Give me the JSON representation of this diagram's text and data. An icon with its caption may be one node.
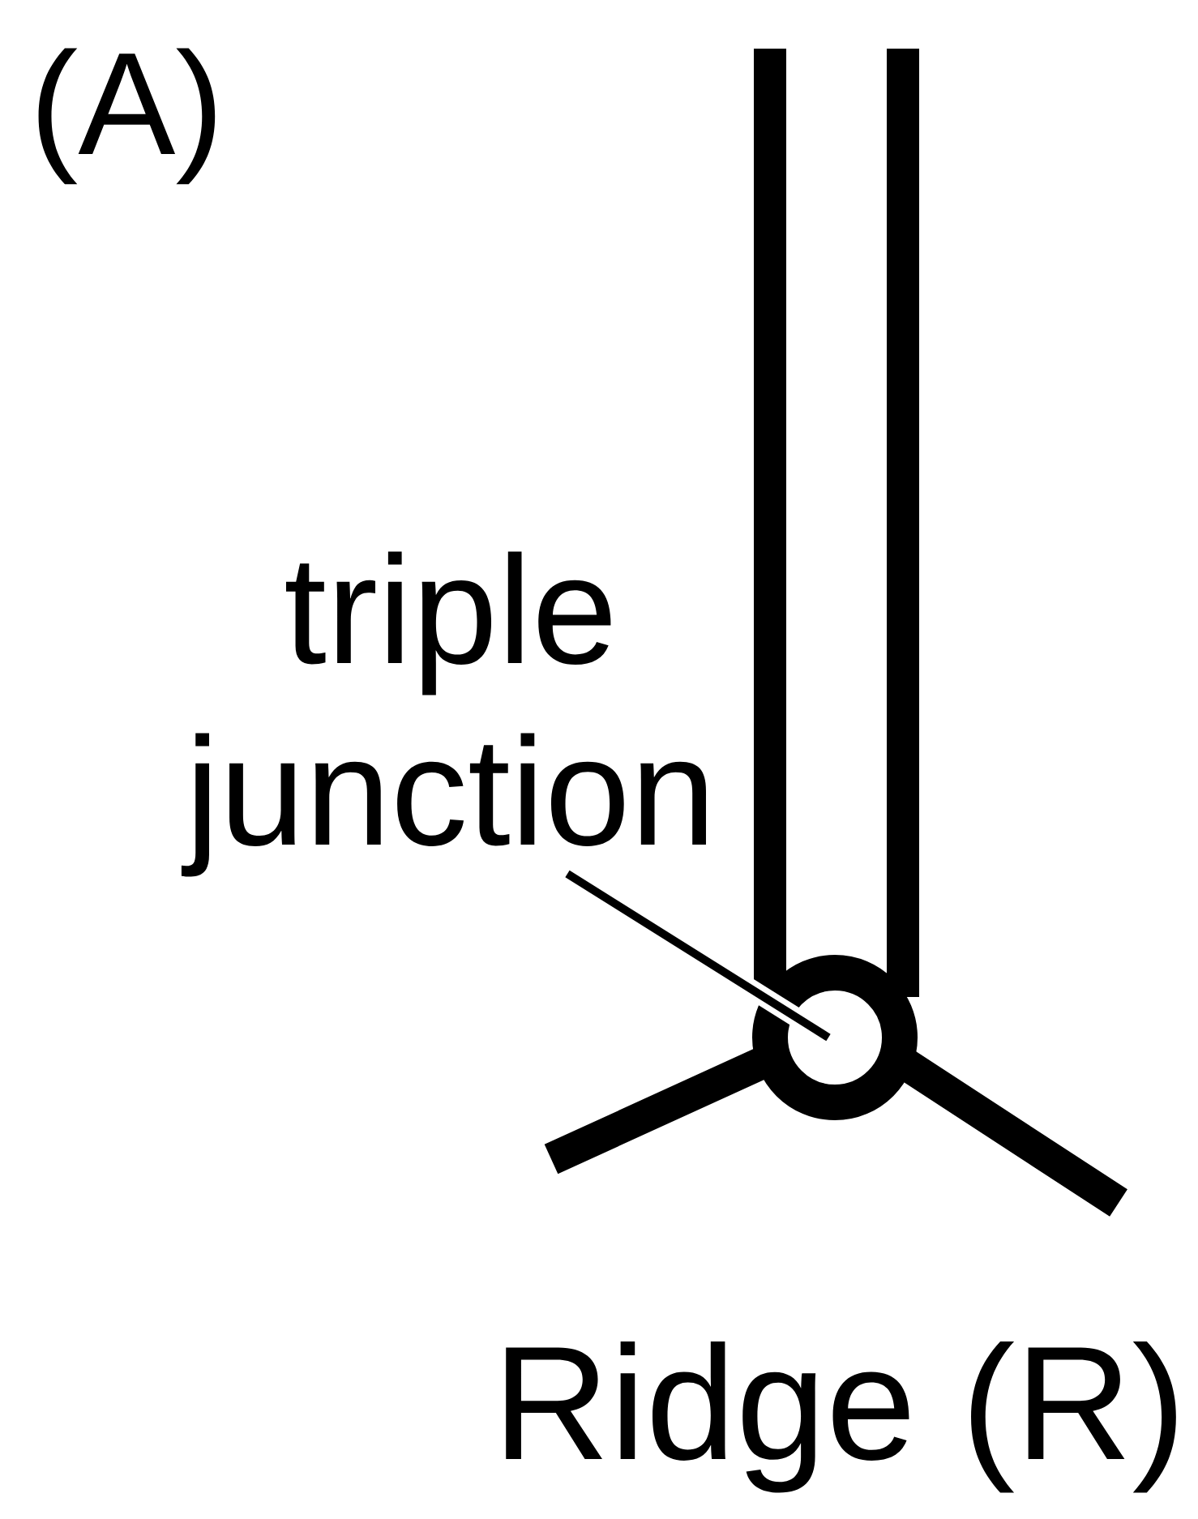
{
  "diagram": {
    "nodes": [
      {
        "text": [
          "triple junction"
        ]
      },
      {
        "text": [],
        "shape": "circle"
      }
    ],
    "edges": [
      {
        "from": 0,
        "to": 1,
        "arrow": "none"
      }
    ],
    "labels": [
      "(A)",
      "Ridge (R)"
    ]
  }
}
